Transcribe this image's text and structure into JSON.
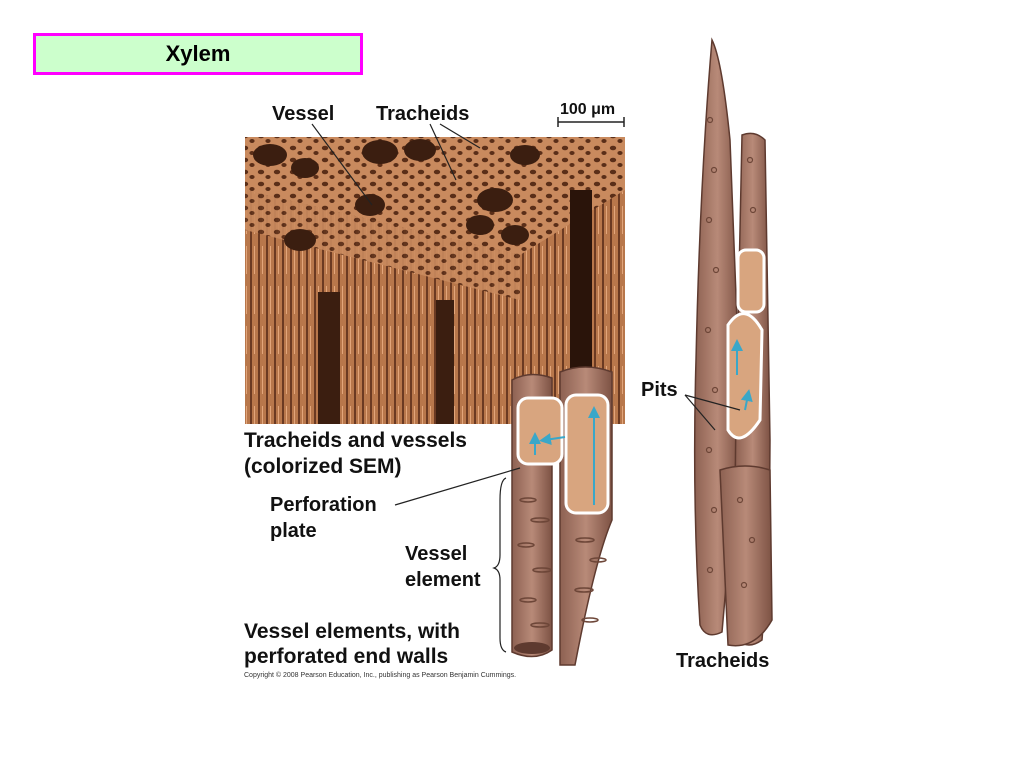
{
  "slide": {
    "title": "Xylem"
  },
  "labels": {
    "vessel": "Vessel",
    "tracheids_top": "Tracheids",
    "scale": "100 μm",
    "sem_caption_1": "Tracheids and vessels",
    "sem_caption_2": "(colorized SEM)",
    "perforation_1": "Perforation",
    "perforation_2": "plate",
    "vessel_element_1": "Vessel",
    "vessel_element_2": "element",
    "vessel_elements_1": "Vessel elements, with",
    "vessel_elements_2": "perforated end walls",
    "pits": "Pits",
    "tracheids_bottom": "Tracheids"
  },
  "copyright": "Copyright © 2008 Pearson Education, Inc., publishing as Pearson Benjamin Cummings.",
  "colors": {
    "title_bg": "#ccffcc",
    "title_border": "#ff00ff",
    "sem_base": "#c98a5e",
    "sem_dark": "#6b3a22",
    "cell_wall": "#a97a66",
    "cell_inner": "#d8a57f",
    "arrow": "#3aa7c8"
  }
}
